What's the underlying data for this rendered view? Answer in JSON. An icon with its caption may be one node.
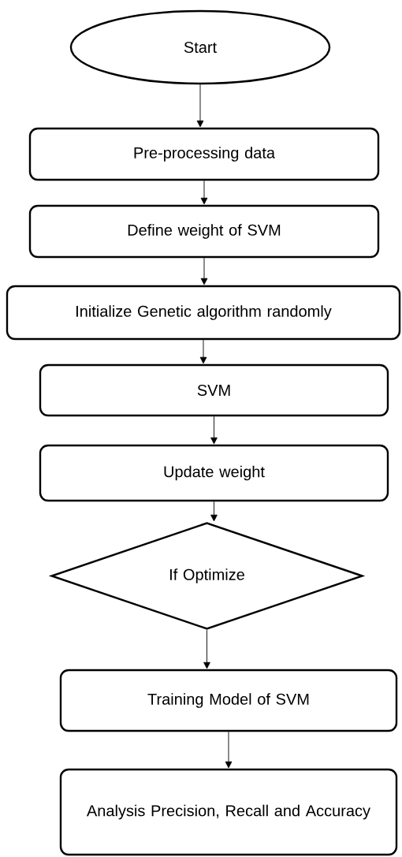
{
  "diagram": {
    "nodes": [
      {
        "text": [
          "Start"
        ]
      },
      {
        "text": [
          "Pre-processing data"
        ]
      },
      {
        "text": [
          "Define weight of SVM"
        ]
      },
      {
        "text": [
          "Initialize Genetic algorithm randomly"
        ]
      },
      {
        "text": [
          "SVM"
        ]
      },
      {
        "text": [
          "Update weight"
        ]
      },
      {
        "text": [
          "If Optimize"
        ]
      },
      {
        "text": [
          "Training Model of SVM"
        ]
      },
      {
        "text": [
          "Analysis Precision, Recall and Accuracy"
        ]
      }
    ],
    "edges": [
      {
        "from": 0,
        "to": 1,
        "arrow": "to"
      },
      {
        "from": 1,
        "to": 2,
        "arrow": "to"
      },
      {
        "from": 2,
        "to": 3,
        "arrow": "to"
      },
      {
        "from": 3,
        "to": 4,
        "arrow": "to"
      },
      {
        "from": 4,
        "to": 5,
        "arrow": "to"
      },
      {
        "from": 5,
        "to": 6,
        "arrow": "to"
      },
      {
        "from": 6,
        "to": 7,
        "arrow": "to"
      },
      {
        "from": 7,
        "to": 8,
        "arrow": "to"
      }
    ]
  }
}
